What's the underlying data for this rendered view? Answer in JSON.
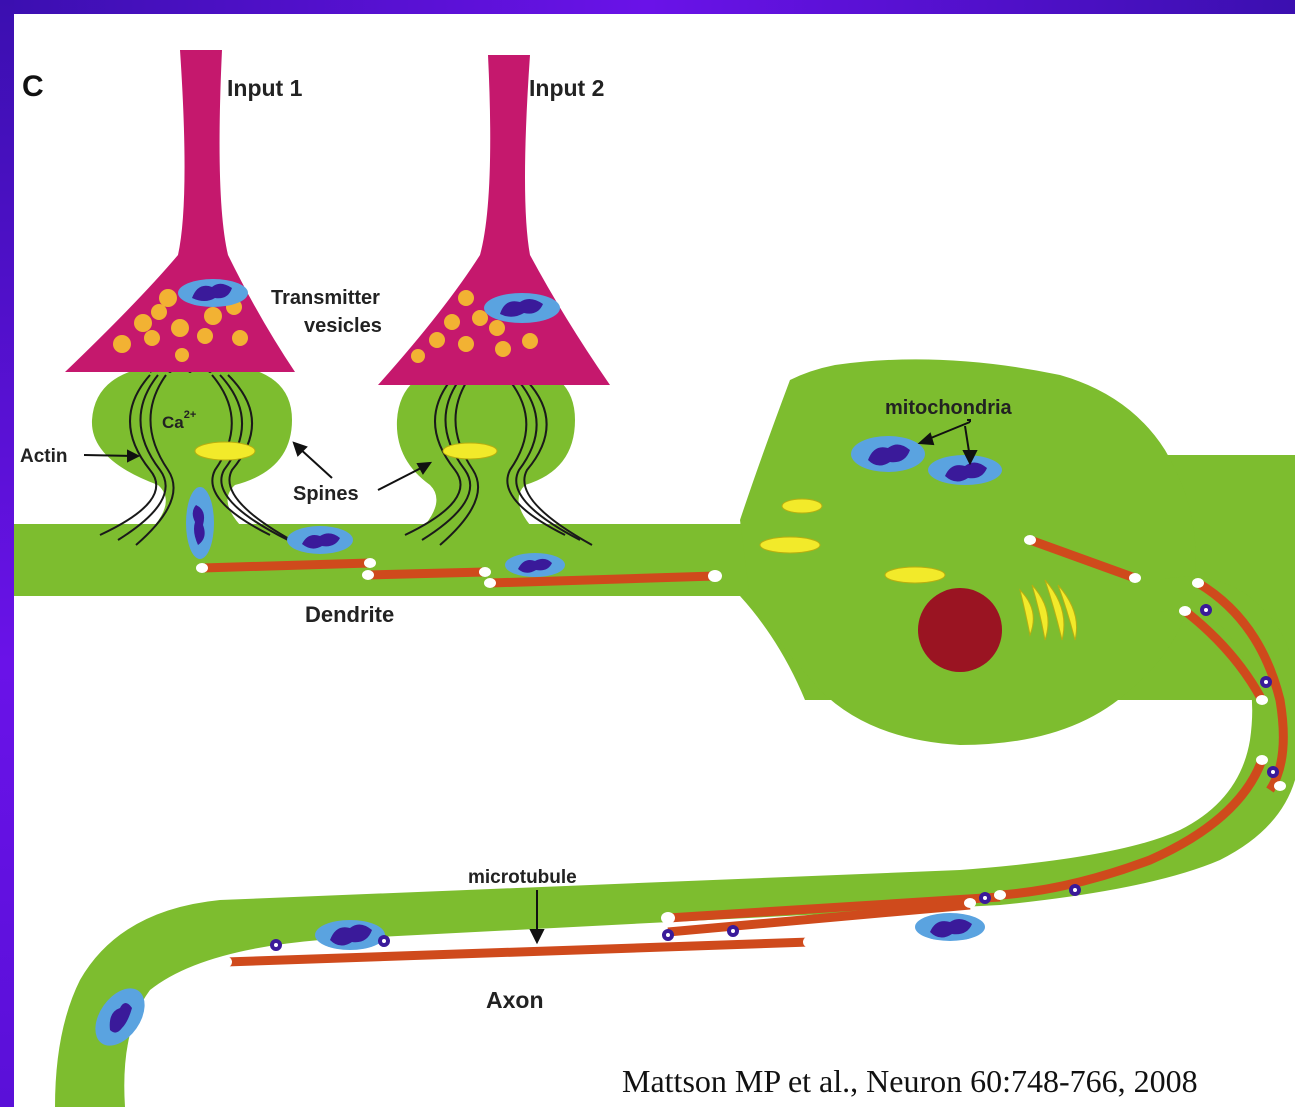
{
  "panel_letter": "C",
  "labels": {
    "input1": "Input 1",
    "input2": "Input 2",
    "transmitter_line1": "Transmitter",
    "transmitter_line2": "vesicles",
    "ca_base": "Ca",
    "ca_sup": "2+",
    "actin": "Actin",
    "spines": "Spines",
    "dendrite": "Dendrite",
    "mitochondria": "mitochondria",
    "microtubule": "microtubule",
    "axon": "Axon"
  },
  "citation": "Mattson MP et al., Neuron 60:748-766, 2008",
  "colors": {
    "frame": "#4a12c8",
    "neuron": "#7dbd2f",
    "input": "#c5186d",
    "vesicle": "#f2b233",
    "mito_outer": "#5aa3e0",
    "mito_inner": "#3a1a9a",
    "microtubule": "#cf4a1c",
    "nucleus": "#9a1422",
    "organelle": "#f2ea2a"
  }
}
